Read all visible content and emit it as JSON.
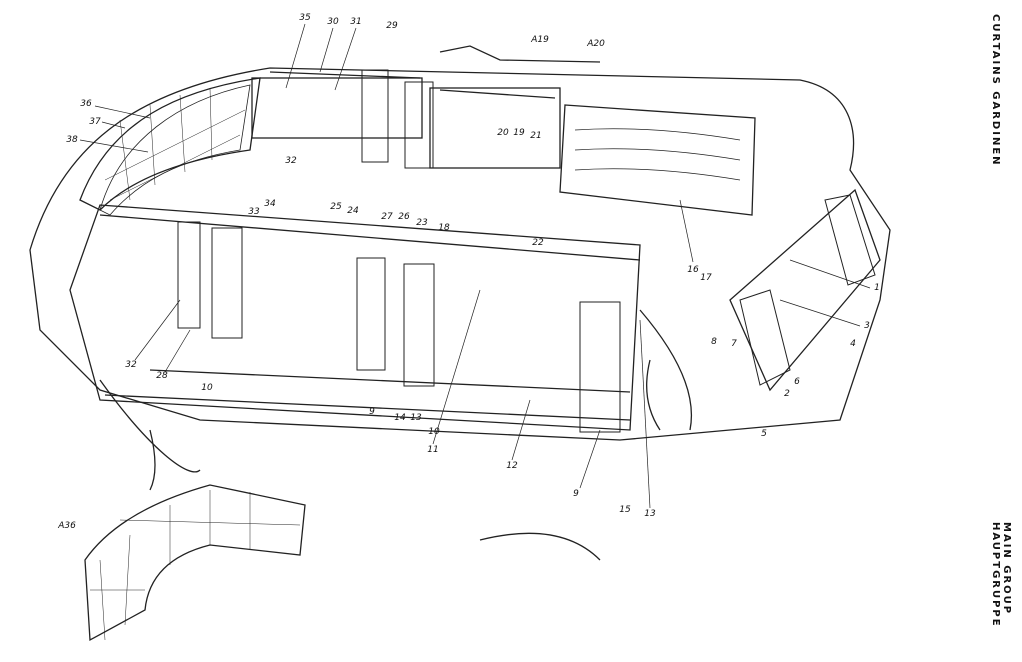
{
  "side_titles": {
    "section_en": "CURTAINS",
    "section_de": "GARDINEN",
    "group_en": "MAIN GROUP",
    "group_de": "HAUPTGRUPPE"
  },
  "part_labels": [
    "35",
    "30",
    "31",
    "29",
    "A19",
    "A20",
    "36",
    "37",
    "38",
    "32",
    "20",
    "19",
    "21",
    "25",
    "24",
    "27",
    "26",
    "23",
    "18",
    "33",
    "34",
    "22",
    "16",
    "17",
    "1",
    "3",
    "4",
    "8",
    "7",
    "6",
    "2",
    "5",
    "32",
    "28",
    "10",
    "9",
    "14",
    "13",
    "10",
    "11",
    "12",
    "9",
    "15",
    "13",
    "A36"
  ]
}
